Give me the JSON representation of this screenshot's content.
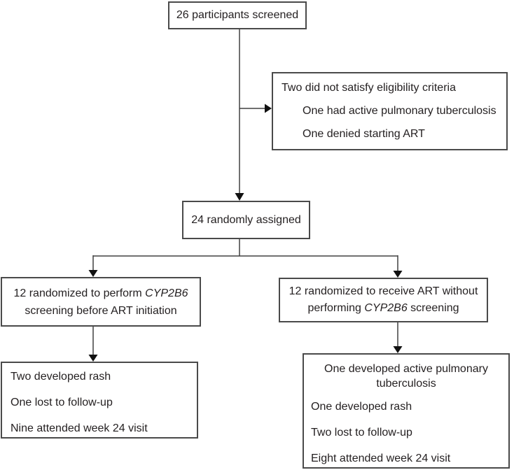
{
  "boxes": {
    "screened": {
      "text": "26 participants screened"
    },
    "excluded": {
      "title": "Two did not satisfy eligibility criteria",
      "items": [
        "One had active pulmonary tuberculosis",
        "One denied starting ART"
      ]
    },
    "randomized": {
      "text": "24 randomly assigned"
    },
    "arm_screening": {
      "part1": "12 randomized to perform ",
      "gene": "CYP2B6",
      "part2": " screening before ART initiation"
    },
    "arm_no_screening": {
      "part1": "12 randomized to receive ART without performing ",
      "gene": "CYP2B6",
      "part2": " screening"
    },
    "outcomes_screening": {
      "items": [
        "Two developed rash",
        "One lost to follow-up",
        "Nine attended week 24 visit"
      ]
    },
    "outcomes_no_screening": {
      "items": [
        "One developed active pulmonary tuberculosis",
        "One developed rash",
        "Two lost to follow-up",
        "Eight attended week 24 visit"
      ]
    }
  },
  "colors": {
    "box_border": "#4a4a4a",
    "line": "#404040",
    "arrowhead": "#111111",
    "text": "#231f20",
    "background": "#ffffff"
  }
}
